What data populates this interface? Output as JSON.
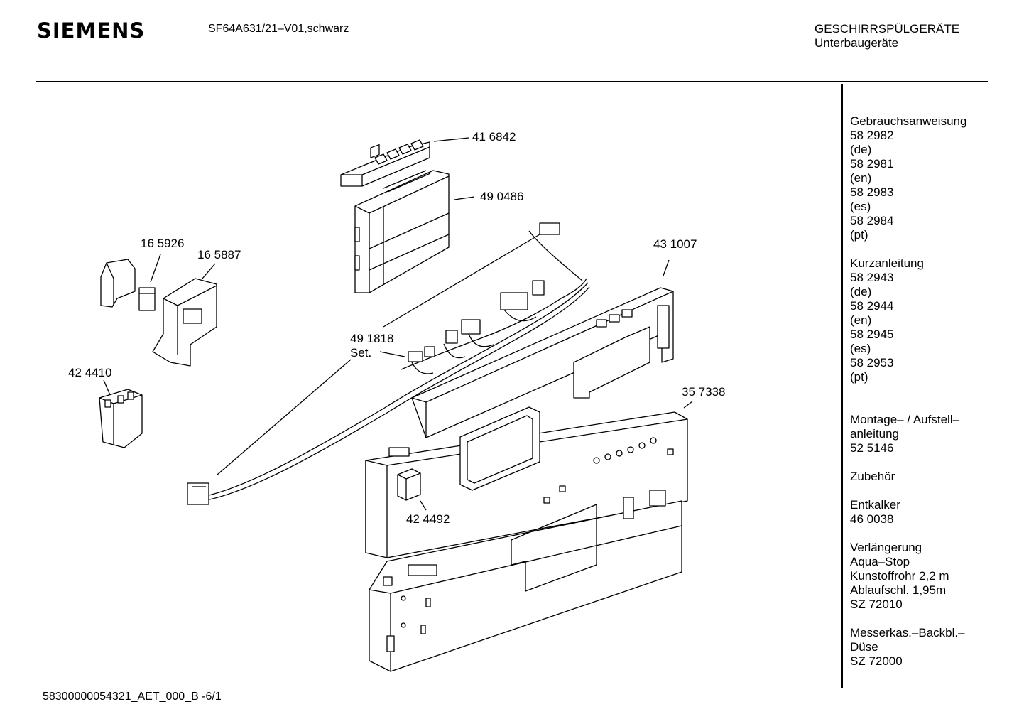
{
  "header": {
    "brand": "SIEMENS",
    "model": "SF64A631/21–V01,schwarz",
    "category_line1": "GESCHIRRSPÜLGERÄTE",
    "category_line2": "Unterbaugeräte"
  },
  "footer": {
    "document_id": "58300000054321_AET_000_B  -6/1"
  },
  "parts": {
    "p416842": "41 6842",
    "p490486": "49 0486",
    "p165926": "16 5926",
    "p165887": "16 5887",
    "p431007": "43 1007",
    "p491818": "49 1818",
    "p491818_suffix": "Set.",
    "p424410": "42 4410",
    "p357338": "35 7338",
    "p424492": "42 4492"
  },
  "sidebar": {
    "manual": {
      "title": "Gebrauchsanweisung",
      "lines": [
        "58 2982",
        "(de)",
        "58 2981",
        "(en)",
        "58 2983",
        "(es)",
        "58 2984",
        "(pt)"
      ]
    },
    "quick_guide": {
      "title": "Kurzanleitung",
      "lines": [
        "58 2943",
        "(de)",
        "58 2944",
        "(en)",
        "58 2945",
        "(es)",
        "58 2953",
        "(pt)"
      ]
    },
    "installation": {
      "lines": [
        "Montage– / Aufstell–",
        "anleitung",
        "52 5146"
      ]
    },
    "accessories": {
      "title": "Zubehör"
    },
    "descaler": {
      "lines": [
        "Entkalker",
        "46 0038"
      ]
    },
    "extension": {
      "lines": [
        "Verlängerung",
        "Aqua–Stop",
        "Kunstoffrohr 2,2 m",
        "Ablaufschl. 1,95m",
        "SZ 72010"
      ]
    },
    "cutlery": {
      "lines": [
        "Messerkas.–Backbl.–",
        "Düse",
        "SZ 72000"
      ]
    }
  }
}
